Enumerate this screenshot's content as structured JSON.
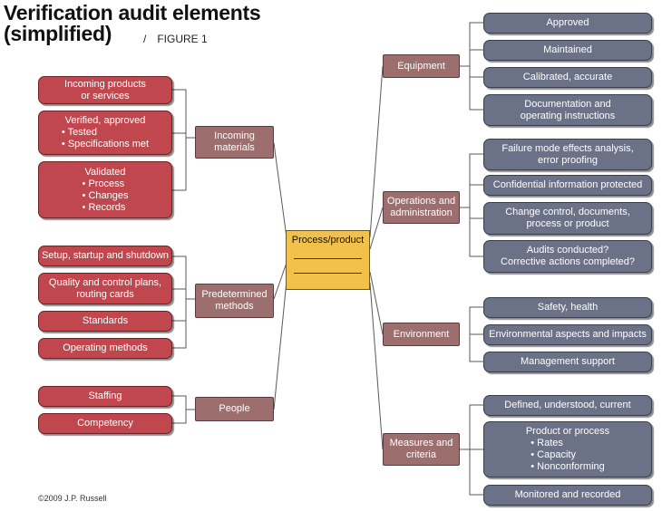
{
  "title": {
    "line1": "Verification audit elements",
    "line2": "(simplified)"
  },
  "figure": {
    "slash": "/",
    "label": "FIGURE 1"
  },
  "credit": "©2009 J.P. Russell",
  "center": {
    "label": "Process/product"
  },
  "categories": {
    "incoming_materials": "Incoming\nmaterials",
    "predetermined_methods": "Predetermined\nmethods",
    "people": "People",
    "equipment": "Equipment",
    "operations_administration": "Operations and\nadministration",
    "environment": "Environment",
    "measures_criteria": "Measures and\ncriteria"
  },
  "left": {
    "incoming": [
      {
        "text": "Incoming products\nor services"
      },
      {
        "text": "Verified, approved",
        "bullets": [
          "Tested",
          "Specifications met"
        ]
      },
      {
        "text": "Validated",
        "bullets": [
          "Process",
          "Changes",
          "Records"
        ]
      }
    ],
    "methods": [
      {
        "text": "Setup, startup and shutdown"
      },
      {
        "text": "Quality and control plans,\nrouting cards"
      },
      {
        "text": "Standards"
      },
      {
        "text": "Operating methods"
      }
    ],
    "people": [
      {
        "text": "Staffing"
      },
      {
        "text": "Competency"
      }
    ]
  },
  "right": {
    "equipment": [
      {
        "text": "Approved"
      },
      {
        "text": "Maintained"
      },
      {
        "text": "Calibrated, accurate"
      },
      {
        "text": "Documentation and\noperating instructions"
      }
    ],
    "operations": [
      {
        "text": "Failure mode effects analysis,\nerror proofing"
      },
      {
        "text": "Confidential information protected"
      },
      {
        "text": "Change control, documents,\nprocess or product"
      },
      {
        "text": "Audits conducted?\nCorrective actions completed?"
      }
    ],
    "environment": [
      {
        "text": "Safety, health"
      },
      {
        "text": "Environmental aspects and impacts"
      },
      {
        "text": "Management support"
      }
    ],
    "measures": [
      {
        "text": "Defined, understood, current"
      },
      {
        "text": "Product or process",
        "bullets": [
          "Rates",
          "Capacity",
          "Nonconforming"
        ]
      },
      {
        "text": "Monitored and recorded"
      }
    ]
  },
  "colors": {
    "leaf_left": "#c0474e",
    "leaf_right": "#6b7186",
    "category": "#9c6e6e",
    "center": "#f2c14b"
  }
}
